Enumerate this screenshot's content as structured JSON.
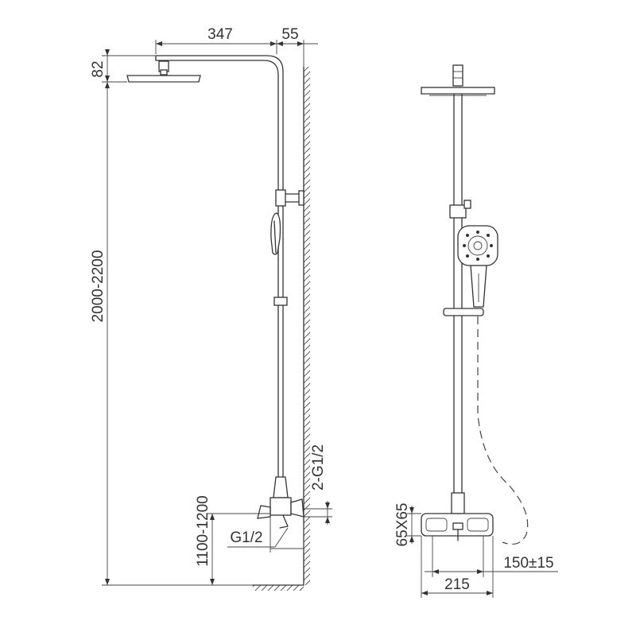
{
  "dimensions": {
    "arm_length": "347",
    "wall_offset": "55",
    "head_height": "82",
    "total_height": "2000-2200",
    "mixer_height": "1100-1200",
    "inlet_thread": "G1/2",
    "inlet_pair": "2-G1/2",
    "mixer_section": "65X65",
    "eccentric_range": "150±15",
    "center_distance": "215"
  },
  "colors": {
    "line": "#333333",
    "background": "#ffffff"
  }
}
